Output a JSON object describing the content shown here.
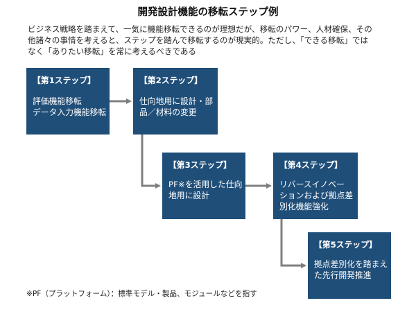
{
  "title": "開発設計機能の移転ステップ例",
  "intro_lines": [
    "ビジネス戦略を踏まえて、一気に機能移転できるのが理想だが、移転のパワー、人材確保、その",
    "他諸々の事情を考えると、ステップを踏んで移転するのが現実的。ただし、「できる移転」では",
    "なく「ありたい移転」を常に考えるべきである"
  ],
  "steps": [
    {
      "head": "【第1ステップ】",
      "lines": [
        "評価機能移転",
        "データ入力機能移転"
      ]
    },
    {
      "head": "【第2ステップ】",
      "lines": [
        "仕向地用に設計・部",
        "品／材料の変更"
      ]
    },
    {
      "head": "【第3ステップ】",
      "lines": [
        "PF※を活用した仕向",
        "地用に設計"
      ]
    },
    {
      "head": "【第4ステップ】",
      "lines": [
        "リバースイノベー",
        "ションおよび拠点差",
        "別化機能強化"
      ]
    },
    {
      "head": "【第5ステップ】",
      "lines": [
        "拠点差別化を踏まえ",
        "た先行開発推進"
      ]
    }
  ],
  "footnote": "※PF（プラットフォーム）：標準モデル・製品、モジュールなどを指す",
  "colors": {
    "box": "#1f4e79",
    "box_text": "#ffffff",
    "arrow": "#7f7f7f"
  }
}
